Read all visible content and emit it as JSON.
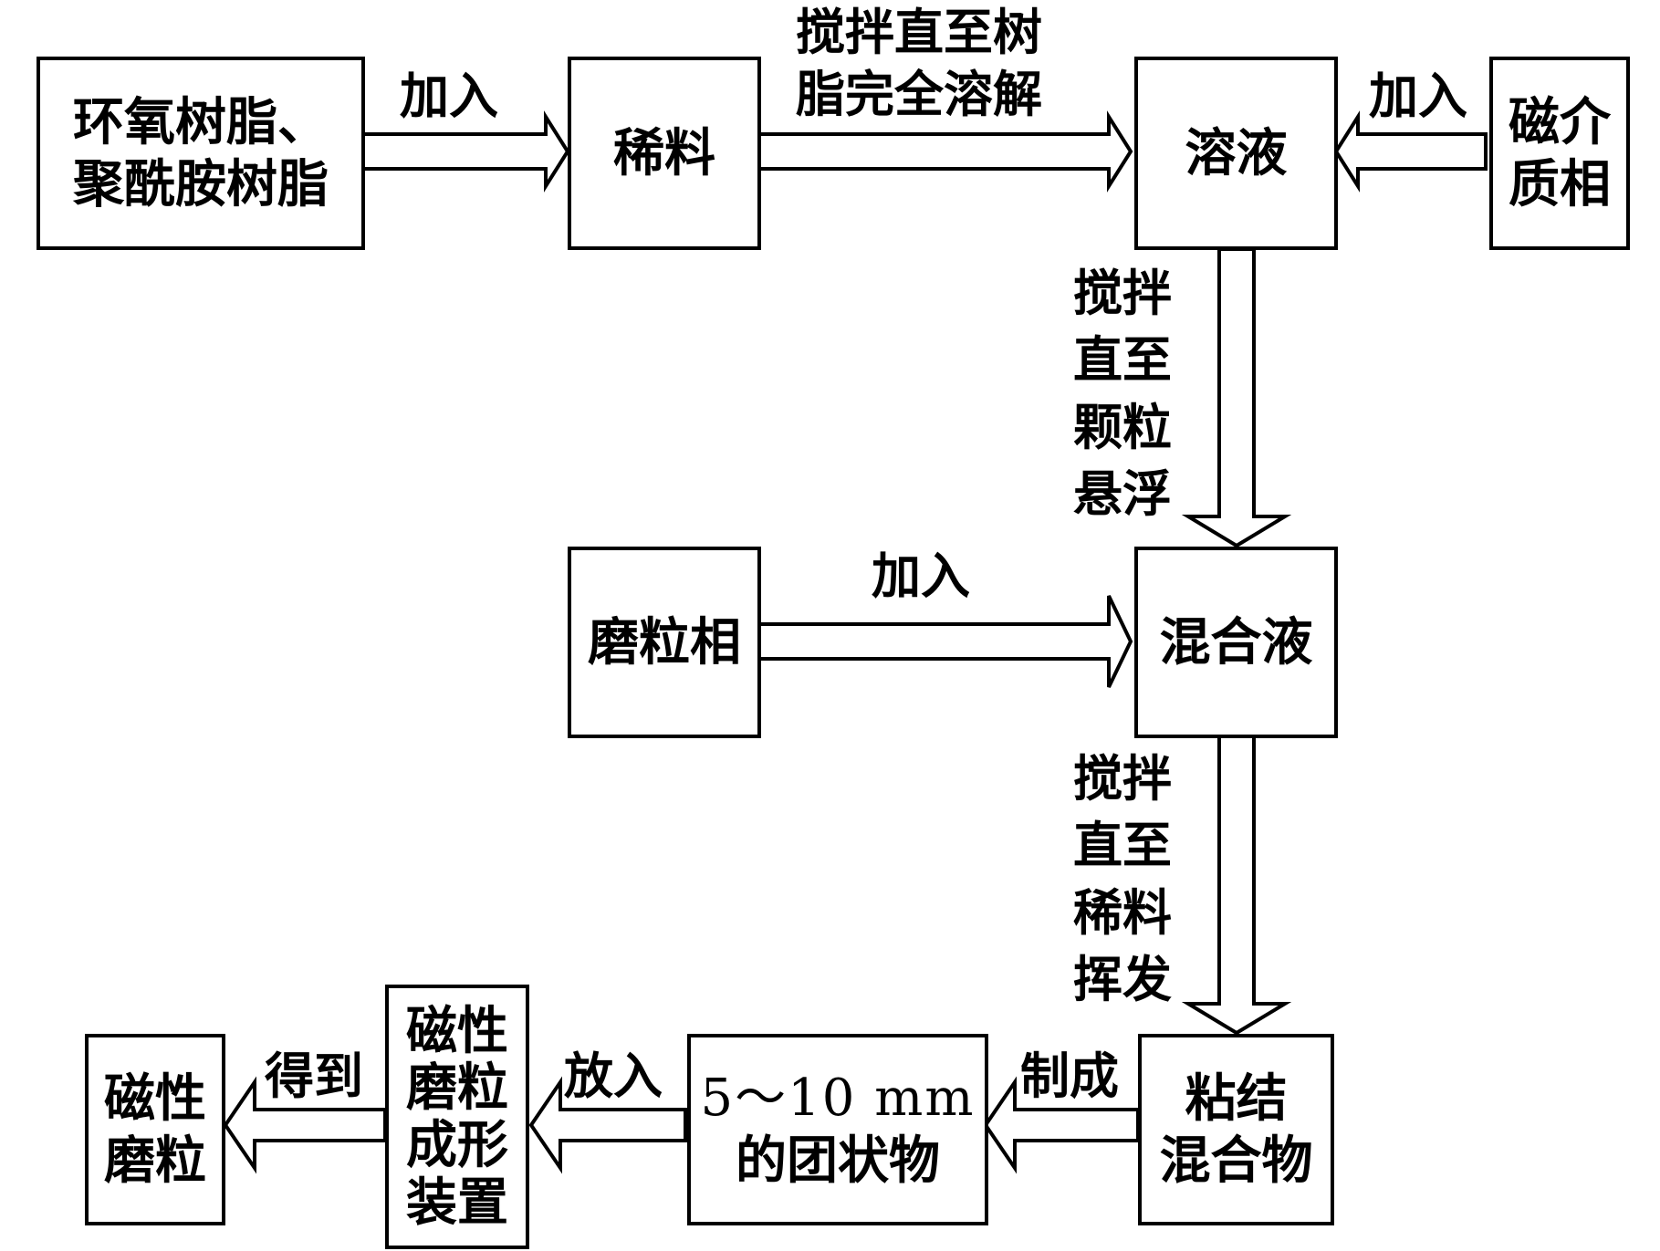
{
  "nodes": {
    "resins": {
      "line1": "环氧树脂、",
      "line2": "聚酰胺树脂"
    },
    "diluent": {
      "line1": "稀料"
    },
    "solution": {
      "line1": "溶液"
    },
    "magnetic_phase": {
      "line1": "磁介",
      "line2": "质相"
    },
    "abrasive_phase": {
      "line1": "磨粒相"
    },
    "mixture": {
      "line1": "混合液"
    },
    "binder_mix": {
      "line1": "粘结",
      "line2": "混合物"
    },
    "lumps": {
      "line1": "5～10 mm",
      "line2": "的团状物"
    },
    "forming_device": {
      "line1": "磁性",
      "line2": "磨粒",
      "line3": "成形",
      "line4": "装置"
    },
    "magnetic_abrasive": {
      "line1": "磁性",
      "line2": "磨粒"
    }
  },
  "edges": {
    "resins_to_diluent": {
      "label": "加入"
    },
    "diluent_to_solution": {
      "line1": "搅拌直至树",
      "line2": "脂完全溶解"
    },
    "magnetic_to_solution": {
      "label": "加入"
    },
    "solution_to_mixture": {
      "line1": "搅拌",
      "line2": "直至",
      "line3": "颗粒",
      "line4": "悬浮"
    },
    "abrasive_to_mixture": {
      "label": "加入"
    },
    "mixture_to_binder": {
      "line1": "搅拌",
      "line2": "直至",
      "line3": "稀料",
      "line4": "挥发"
    },
    "binder_to_lumps": {
      "label": "制成"
    },
    "lumps_to_device": {
      "label": "放入"
    },
    "device_to_abrasive": {
      "label": "得到"
    }
  }
}
